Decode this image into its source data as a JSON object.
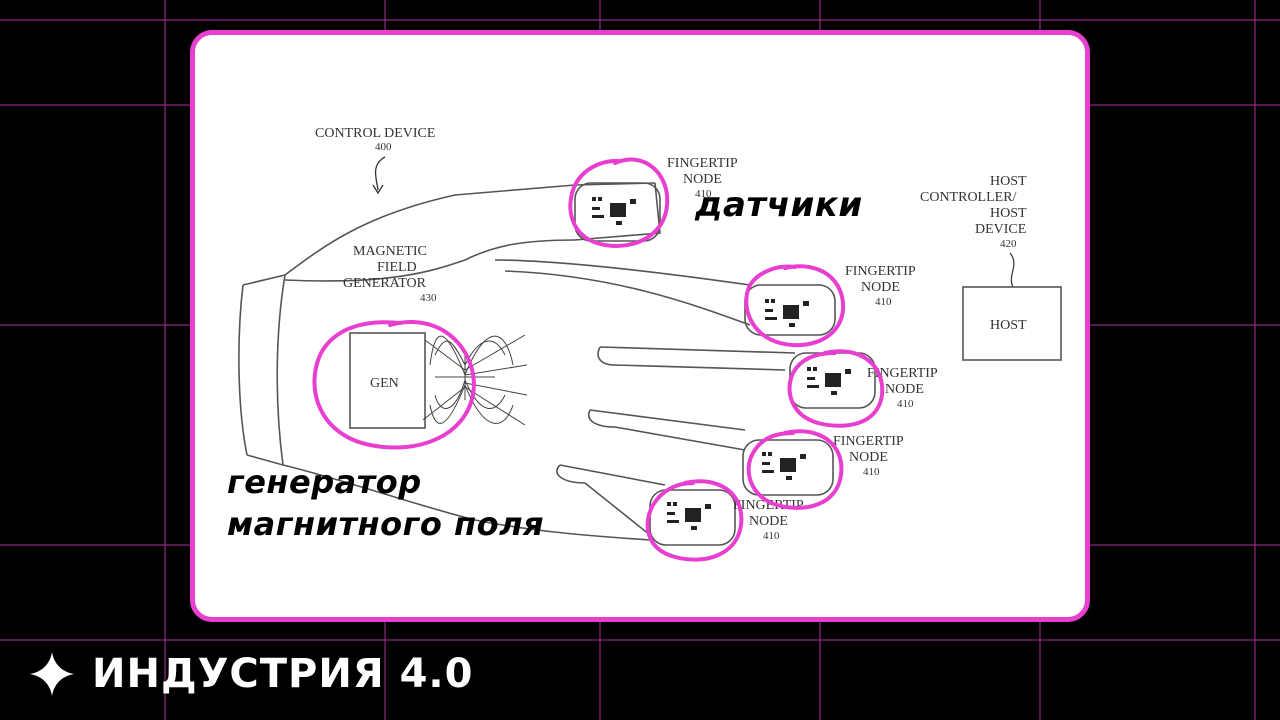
{
  "diagram": {
    "control_device": "CONTROL DEVICE",
    "control_device_num": "400",
    "magnetic_field_generator": [
      "MAGNETIC",
      "FIELD",
      "GENERATOR"
    ],
    "generator_num": "430",
    "gen_box": "GEN",
    "fingertip_label": [
      "FINGERTIP",
      "NODE"
    ],
    "fingertip_num": "410",
    "host_label": [
      "HOST",
      "CONTROLLER/",
      "HOST",
      "DEVICE"
    ],
    "host_num": "420",
    "host_box": "HOST"
  },
  "annotations": {
    "sensors": "датчики",
    "generator_line1": "генератор",
    "generator_line2": "магнитного поля"
  },
  "brand": {
    "title": "ИНДУСТРИЯ 4.0",
    "icon": "diamond-sparkle-icon"
  },
  "colors": {
    "accent": "#e93fd1",
    "background": "#000000"
  }
}
